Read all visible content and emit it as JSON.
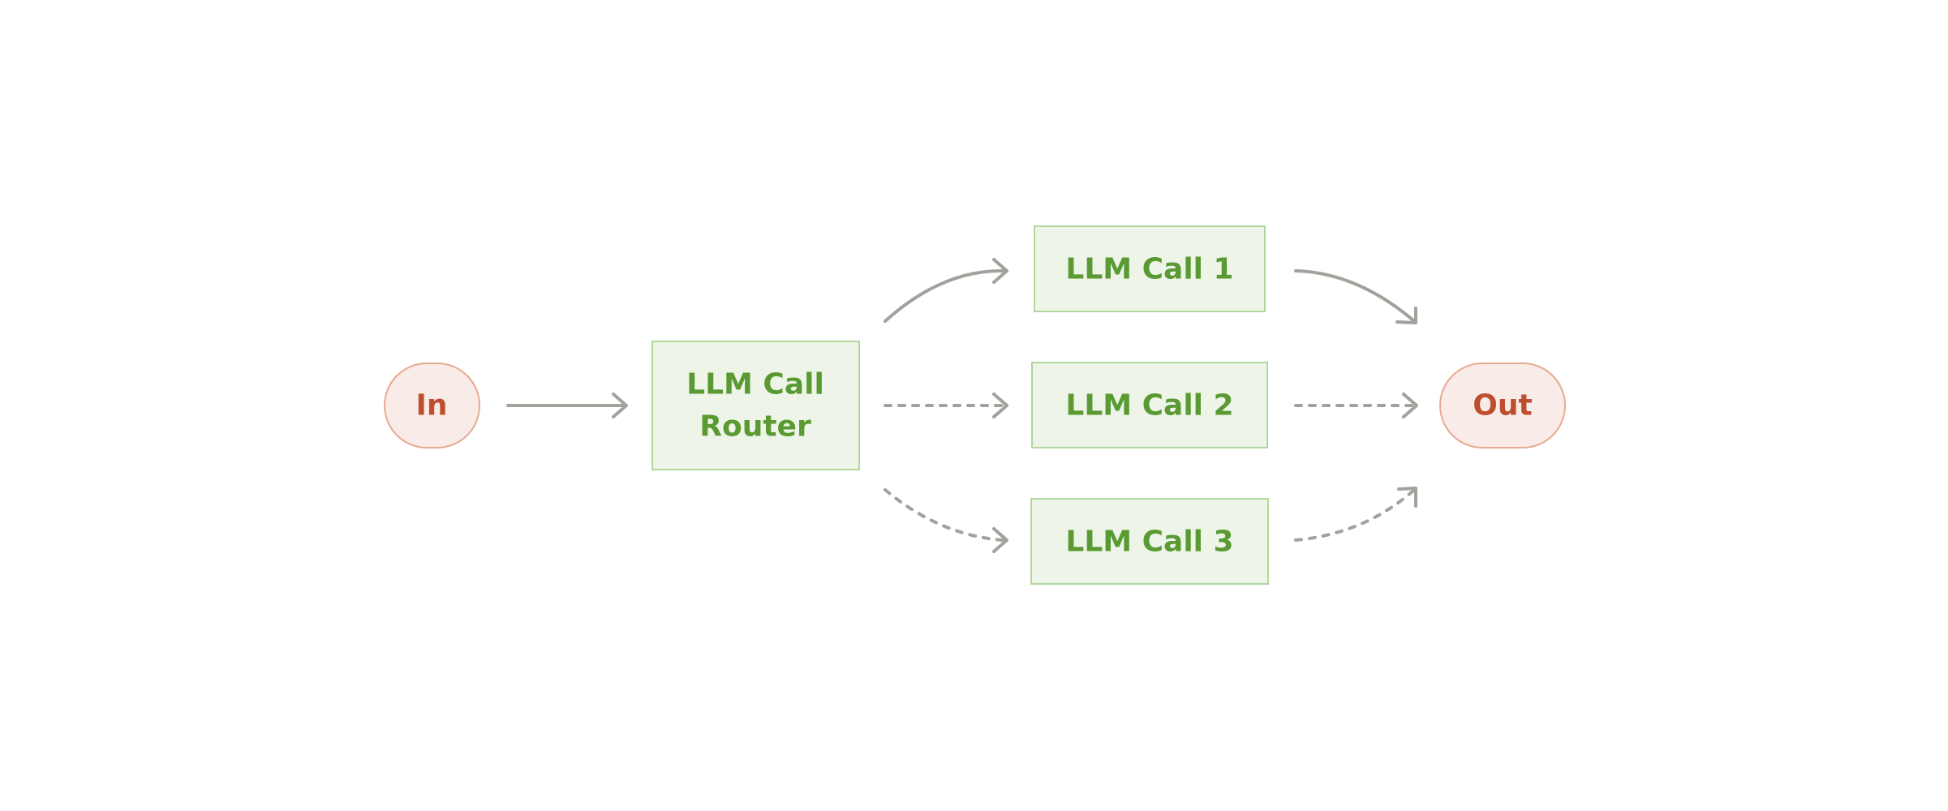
{
  "colors": {
    "terminal_fill": "#F9ECE8",
    "terminal_stroke": "#E9A88F",
    "terminal_text": "#BE4E2E",
    "llm_fill": "#EEF5E8",
    "llm_stroke": "#B0D89D",
    "llm_text": "#5A9A32",
    "edge": "#A0A39B"
  },
  "nodes": {
    "input": {
      "label": "In"
    },
    "router": {
      "line1": "LLM Call",
      "line2": "Router"
    },
    "call1": {
      "label": "LLM Call 1"
    },
    "call2": {
      "label": "LLM Call 2"
    },
    "call3": {
      "label": "LLM Call 3"
    },
    "output": {
      "label": "Out"
    }
  },
  "edges": [
    {
      "from": "input",
      "to": "router",
      "style": "solid"
    },
    {
      "from": "router",
      "to": "call1",
      "style": "solid"
    },
    {
      "from": "router",
      "to": "call2",
      "style": "dashed"
    },
    {
      "from": "router",
      "to": "call3",
      "style": "dashed"
    },
    {
      "from": "call1",
      "to": "output",
      "style": "solid"
    },
    {
      "from": "call2",
      "to": "output",
      "style": "dashed"
    },
    {
      "from": "call3",
      "to": "output",
      "style": "dashed"
    }
  ]
}
